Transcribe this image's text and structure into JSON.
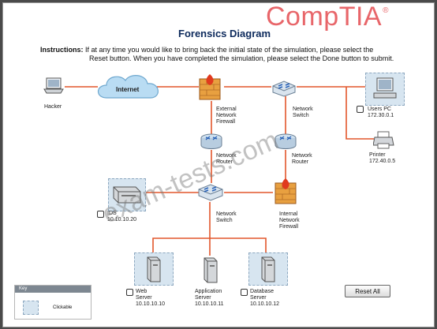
{
  "brand": {
    "logo_text": "CompTIA",
    "logo_mark": "®",
    "accent_color": "#e8666a"
  },
  "title": "Forensics Diagram",
  "instructions": {
    "label": "Instructions:",
    "line1": "If at any time you would like to bring back the initial state of the simulation, please select the",
    "line2": "Reset button. When you have completed the simulation, please select the Done button to submit."
  },
  "watermark": "exam-tests.com",
  "nodes": {
    "hacker": {
      "label": "Hacker"
    },
    "internet": {
      "label": "Internet"
    },
    "external_firewall": {
      "label": "External\nNetwork\nFirewall"
    },
    "top_switch": {
      "label": "Network\nSwitch"
    },
    "users_pc": {
      "label": "Users PC",
      "ip": "172.30.0.1"
    },
    "printer": {
      "label": "Printer",
      "ip": "172.40.0.5"
    },
    "router_left": {
      "label": "Network\nRouter"
    },
    "router_right": {
      "label": "Network\nRouter"
    },
    "ids": {
      "label": "IDS",
      "ip": "10.10.10.20"
    },
    "center_switch": {
      "label": "Network\nSwitch"
    },
    "internal_firewall": {
      "label": "Internal\nNetwork\nFirewall"
    },
    "web_server": {
      "label": "Web\nServer",
      "ip": "10.10.10.10"
    },
    "app_server": {
      "label": "Application\nServer",
      "ip": "10.10.10.11"
    },
    "db_server": {
      "label": "Database\nServer",
      "ip": "10.10.10.12"
    }
  },
  "key": {
    "title": "Key",
    "clickable_label": "Clickable"
  },
  "buttons": {
    "reset_label": "Reset All"
  },
  "colors": {
    "link": "#e2572b",
    "title": "#0d2a5c",
    "clickable_fill": "#d7e5f0"
  }
}
